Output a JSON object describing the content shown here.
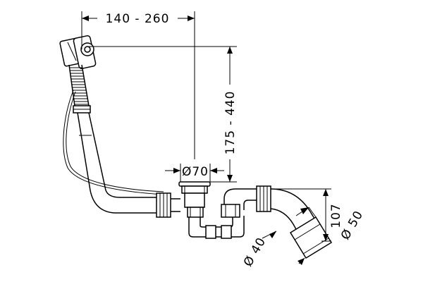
{
  "dimensions": {
    "horizontal_reach": "140 - 260",
    "vertical_height": "175 - 440",
    "drain_diameter": "Ø70",
    "height_107": "107",
    "pipe_outer_diameter": "Ø 50",
    "pipe_inner_diameter": "Ø 40"
  }
}
